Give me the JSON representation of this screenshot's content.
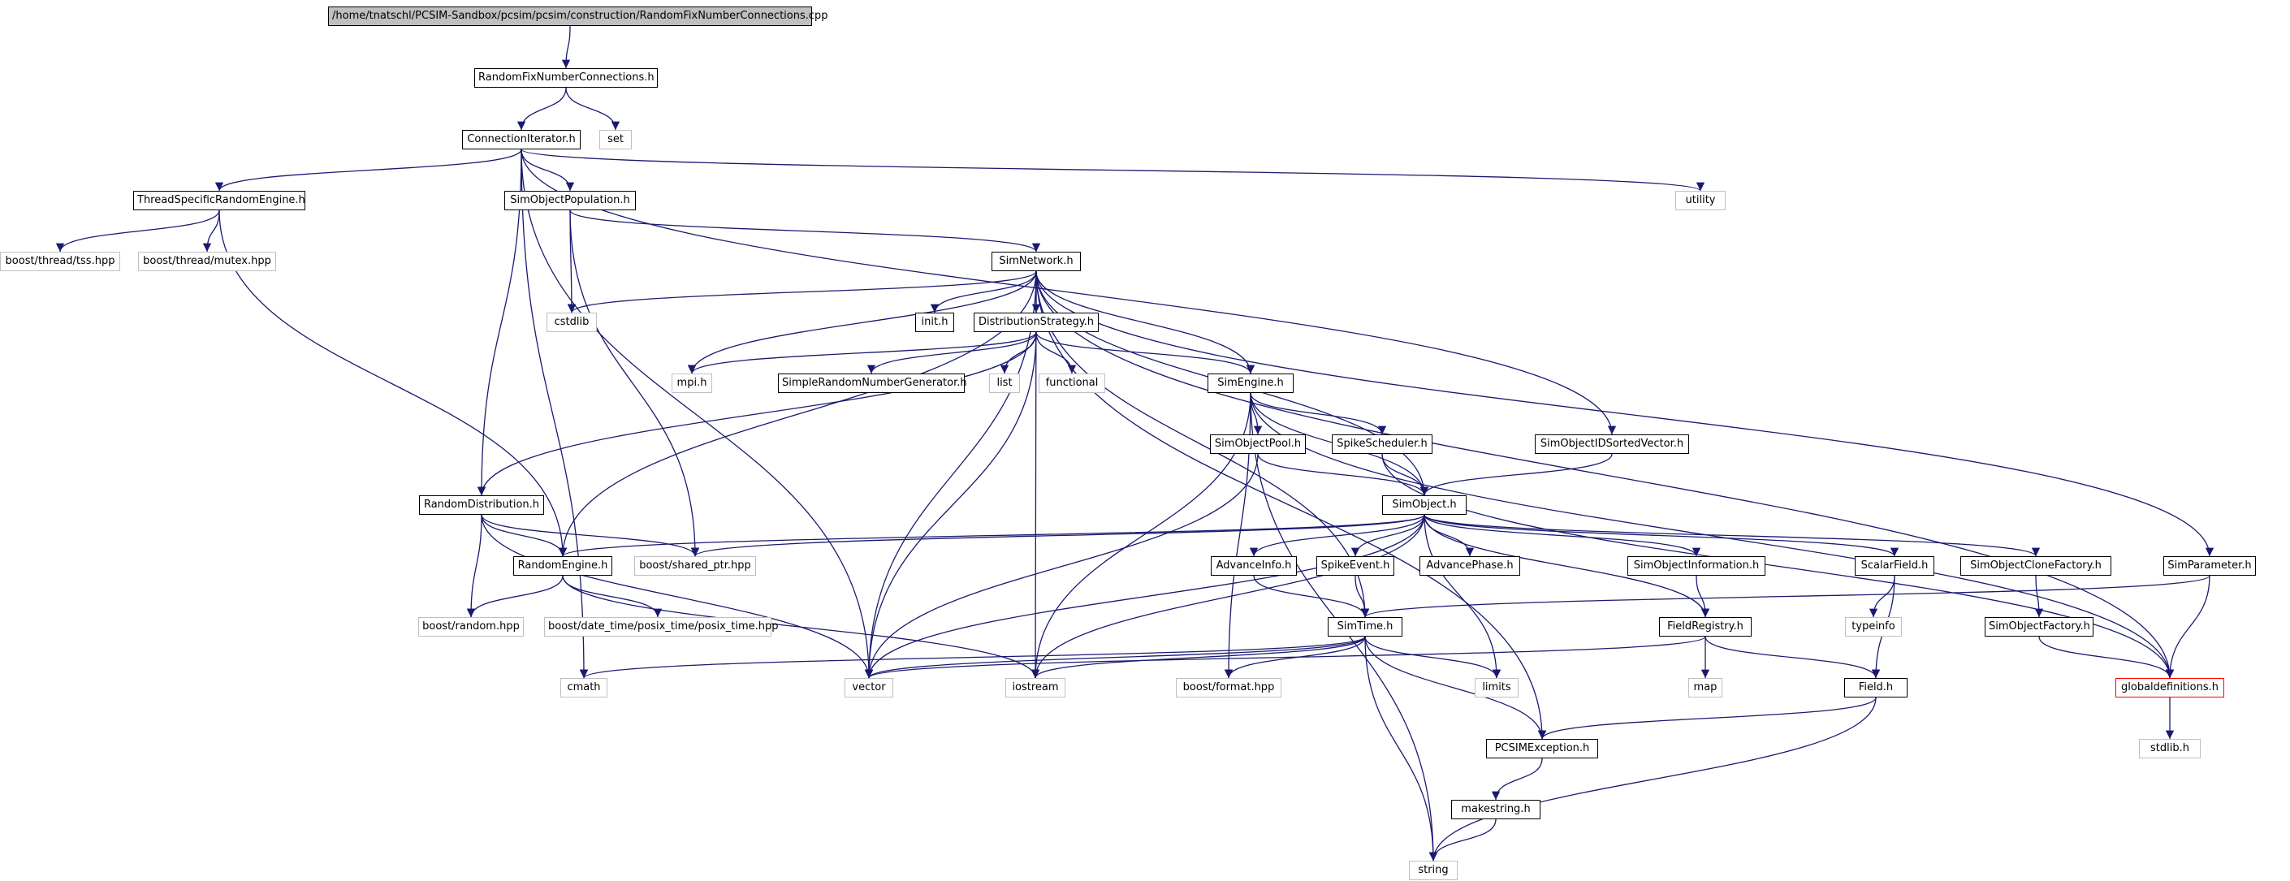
{
  "nodes": [
    {
      "id": "root",
      "label": "/home/tnatschl/PCSIM-Sandbox/pcsim/pcsim/construction/RandomFixNumberConnections.cpp",
      "kind": "root"
    },
    {
      "id": "rfnc",
      "label": "RandomFixNumberConnections.h",
      "kind": "link"
    },
    {
      "id": "set",
      "label": "set",
      "kind": "sys"
    },
    {
      "id": "conniter",
      "label": "ConnectionIterator.h",
      "kind": "link"
    },
    {
      "id": "tsre",
      "label": "ThreadSpecificRandomEngine.h",
      "kind": "link"
    },
    {
      "id": "sop",
      "label": "SimObjectPopulation.h",
      "kind": "link"
    },
    {
      "id": "utility",
      "label": "utility",
      "kind": "sys"
    },
    {
      "id": "tss",
      "label": "boost/thread/tss.hpp",
      "kind": "sys"
    },
    {
      "id": "mutex",
      "label": "boost/thread/mutex.hpp",
      "kind": "sys"
    },
    {
      "id": "simnet",
      "label": "SimNetwork.h",
      "kind": "link"
    },
    {
      "id": "cstdlib",
      "label": "cstdlib",
      "kind": "sys"
    },
    {
      "id": "init",
      "label": "init.h",
      "kind": "link"
    },
    {
      "id": "diststrat",
      "label": "DistributionStrategy.h",
      "kind": "link"
    },
    {
      "id": "mpi",
      "label": "mpi.h",
      "kind": "sys"
    },
    {
      "id": "srng",
      "label": "SimpleRandomNumberGenerator.h",
      "kind": "link"
    },
    {
      "id": "list",
      "label": "list",
      "kind": "sys"
    },
    {
      "id": "functional",
      "label": "functional",
      "kind": "sys"
    },
    {
      "id": "simengine",
      "label": "SimEngine.h",
      "kind": "link"
    },
    {
      "id": "soidsv",
      "label": "SimObjectIDSortedVector.h",
      "kind": "link"
    },
    {
      "id": "sopool",
      "label": "SimObjectPool.h",
      "kind": "link"
    },
    {
      "id": "spikesched",
      "label": "SpikeScheduler.h",
      "kind": "link"
    },
    {
      "id": "randdist",
      "label": "RandomDistribution.h",
      "kind": "link"
    },
    {
      "id": "simobject",
      "label": "SimObject.h",
      "kind": "link"
    },
    {
      "id": "randengine",
      "label": "RandomEngine.h",
      "kind": "link"
    },
    {
      "id": "sharedptr",
      "label": "boost/shared_ptr.hpp",
      "kind": "sys"
    },
    {
      "id": "advinfo",
      "label": "AdvanceInfo.h",
      "kind": "link"
    },
    {
      "id": "spikeevent",
      "label": "SpikeEvent.h",
      "kind": "link"
    },
    {
      "id": "advphase",
      "label": "AdvancePhase.h",
      "kind": "link"
    },
    {
      "id": "soinfo",
      "label": "SimObjectInformation.h",
      "kind": "link"
    },
    {
      "id": "scalarfield",
      "label": "ScalarField.h",
      "kind": "link"
    },
    {
      "id": "soclone",
      "label": "SimObjectCloneFactory.h",
      "kind": "link"
    },
    {
      "id": "simparam",
      "label": "SimParameter.h",
      "kind": "link"
    },
    {
      "id": "boostrandom",
      "label": "boost/random.hpp",
      "kind": "sys"
    },
    {
      "id": "posixtime",
      "label": "boost/date_time/posix_time/posix_time.hpp",
      "kind": "sys"
    },
    {
      "id": "simtime",
      "label": "SimTime.h",
      "kind": "link"
    },
    {
      "id": "fieldreg",
      "label": "FieldRegistry.h",
      "kind": "link"
    },
    {
      "id": "typeinfo",
      "label": "typeinfo",
      "kind": "sys"
    },
    {
      "id": "sofactory",
      "label": "SimObjectFactory.h",
      "kind": "link"
    },
    {
      "id": "cmath",
      "label": "cmath",
      "kind": "sys"
    },
    {
      "id": "vector",
      "label": "vector",
      "kind": "sys"
    },
    {
      "id": "iostream",
      "label": "iostream",
      "kind": "sys"
    },
    {
      "id": "format",
      "label": "boost/format.hpp",
      "kind": "sys"
    },
    {
      "id": "limits",
      "label": "limits",
      "kind": "sys"
    },
    {
      "id": "map",
      "label": "map",
      "kind": "sys"
    },
    {
      "id": "field",
      "label": "Field.h",
      "kind": "link"
    },
    {
      "id": "globaldef",
      "label": "globaldefinitions.h",
      "kind": "warn"
    },
    {
      "id": "pcsimexc",
      "label": "PCSIMException.h",
      "kind": "link"
    },
    {
      "id": "stdlib",
      "label": "stdlib.h",
      "kind": "sys"
    },
    {
      "id": "makestring",
      "label": "makestring.h",
      "kind": "link"
    },
    {
      "id": "string",
      "label": "string",
      "kind": "sys"
    }
  ],
  "edges": [
    [
      "root",
      "rfnc"
    ],
    [
      "rfnc",
      "conniter"
    ],
    [
      "rfnc",
      "set"
    ],
    [
      "conniter",
      "tsre"
    ],
    [
      "conniter",
      "sop"
    ],
    [
      "conniter",
      "utility"
    ],
    [
      "conniter",
      "soidsv"
    ],
    [
      "conniter",
      "randdist"
    ],
    [
      "conniter",
      "cmath"
    ],
    [
      "conniter",
      "vector"
    ],
    [
      "tsre",
      "tss"
    ],
    [
      "tsre",
      "mutex"
    ],
    [
      "tsre",
      "randengine"
    ],
    [
      "sop",
      "simnet"
    ],
    [
      "sop",
      "cstdlib"
    ],
    [
      "sop",
      "sharedptr"
    ],
    [
      "simnet",
      "cstdlib"
    ],
    [
      "simnet",
      "init"
    ],
    [
      "simnet",
      "diststrat"
    ],
    [
      "simnet",
      "mpi"
    ],
    [
      "simnet",
      "simengine"
    ],
    [
      "simnet",
      "simobject"
    ],
    [
      "simnet",
      "randengine"
    ],
    [
      "simnet",
      "vector"
    ],
    [
      "simnet",
      "iostream"
    ],
    [
      "simnet",
      "simparam"
    ],
    [
      "simnet",
      "pcsimexc"
    ],
    [
      "simnet",
      "simtime"
    ],
    [
      "simnet",
      "globaldef"
    ],
    [
      "diststrat",
      "mpi"
    ],
    [
      "diststrat",
      "srng"
    ],
    [
      "diststrat",
      "list"
    ],
    [
      "diststrat",
      "functional"
    ],
    [
      "diststrat",
      "simengine"
    ],
    [
      "diststrat",
      "randdist"
    ],
    [
      "diststrat",
      "vector"
    ],
    [
      "simengine",
      "sopool"
    ],
    [
      "simengine",
      "spikesched"
    ],
    [
      "simengine",
      "simobject"
    ],
    [
      "simengine",
      "iostream"
    ],
    [
      "simengine",
      "format"
    ],
    [
      "simengine",
      "string"
    ],
    [
      "simengine",
      "globaldef"
    ],
    [
      "soidsv",
      "simobject"
    ],
    [
      "sopool",
      "simobject"
    ],
    [
      "sopool",
      "vector"
    ],
    [
      "spikesched",
      "simobject"
    ],
    [
      "spikesched",
      "globaldef"
    ],
    [
      "randdist",
      "randengine"
    ],
    [
      "randdist",
      "sharedptr"
    ],
    [
      "randdist",
      "boostrandom"
    ],
    [
      "randdist",
      "vector"
    ],
    [
      "simobject",
      "randengine"
    ],
    [
      "simobject",
      "sharedptr"
    ],
    [
      "simobject",
      "advinfo"
    ],
    [
      "simobject",
      "spikeevent"
    ],
    [
      "simobject",
      "advphase"
    ],
    [
      "simobject",
      "soinfo"
    ],
    [
      "simobject",
      "scalarfield"
    ],
    [
      "simobject",
      "soclone"
    ],
    [
      "simobject",
      "fieldreg"
    ],
    [
      "simobject",
      "vector"
    ],
    [
      "simobject",
      "iostream"
    ],
    [
      "simobject",
      "limits"
    ],
    [
      "randengine",
      "boostrandom"
    ],
    [
      "randengine",
      "posixtime"
    ],
    [
      "randengine",
      "iostream"
    ],
    [
      "advinfo",
      "simtime"
    ],
    [
      "spikeevent",
      "simtime"
    ],
    [
      "soinfo",
      "fieldreg"
    ],
    [
      "scalarfield",
      "typeinfo"
    ],
    [
      "scalarfield",
      "field"
    ],
    [
      "soclone",
      "sofactory"
    ],
    [
      "simparam",
      "simtime"
    ],
    [
      "simparam",
      "globaldef"
    ],
    [
      "simtime",
      "cmath"
    ],
    [
      "simtime",
      "vector"
    ],
    [
      "simtime",
      "iostream"
    ],
    [
      "simtime",
      "format"
    ],
    [
      "simtime",
      "limits"
    ],
    [
      "simtime",
      "pcsimexc"
    ],
    [
      "simtime",
      "string"
    ],
    [
      "fieldreg",
      "vector"
    ],
    [
      "fieldreg",
      "map"
    ],
    [
      "fieldreg",
      "field"
    ],
    [
      "sofactory",
      "globaldef"
    ],
    [
      "field",
      "pcsimexc"
    ],
    [
      "field",
      "string"
    ],
    [
      "globaldef",
      "stdlib"
    ],
    [
      "pcsimexc",
      "makestring"
    ],
    [
      "makestring",
      "string"
    ]
  ],
  "colors": {
    "edge": "#191970",
    "link_border": "#000000",
    "sys_border": "#bfbfbf",
    "root_fill": "#bfbfbf",
    "warn_border": "#ff0000"
  }
}
